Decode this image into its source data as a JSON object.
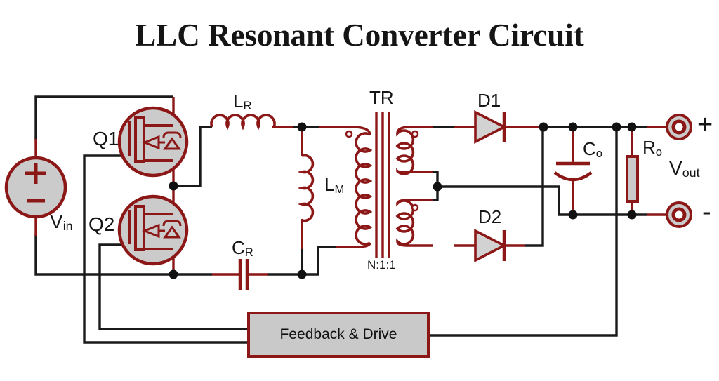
{
  "title": "LLC Resonant Converter Circuit",
  "colors": {
    "wire": "#1a1a1a",
    "component_red": "#8C1717",
    "fill_gray": "#CBCBCB",
    "diode_gray": "#D2D2D2",
    "block_gray": "#C9C9C9",
    "background": "#ffffff"
  },
  "source": {
    "label_main": "V",
    "label_sub": "in",
    "plus_symbol": "+",
    "minus_symbol": "−"
  },
  "switches": {
    "q1": "Q1",
    "q2": "Q2"
  },
  "resonant": {
    "lr_main": "L",
    "lr_sub": "R",
    "cr_main": "C",
    "cr_sub": "R",
    "lm_main": "L",
    "lm_sub": "M"
  },
  "transformer": {
    "name": "TR",
    "turns_ratio": "N:1:1"
  },
  "rectifier": {
    "d1": "D1",
    "d2": "D2"
  },
  "output": {
    "co_main": "C",
    "co_sub": "o",
    "ro_main": "R",
    "ro_sub": "o",
    "vout_main": "V",
    "vout_sub": "out",
    "plus": "+",
    "minus": "-"
  },
  "feedback": {
    "label": "Feedback & Drive"
  }
}
